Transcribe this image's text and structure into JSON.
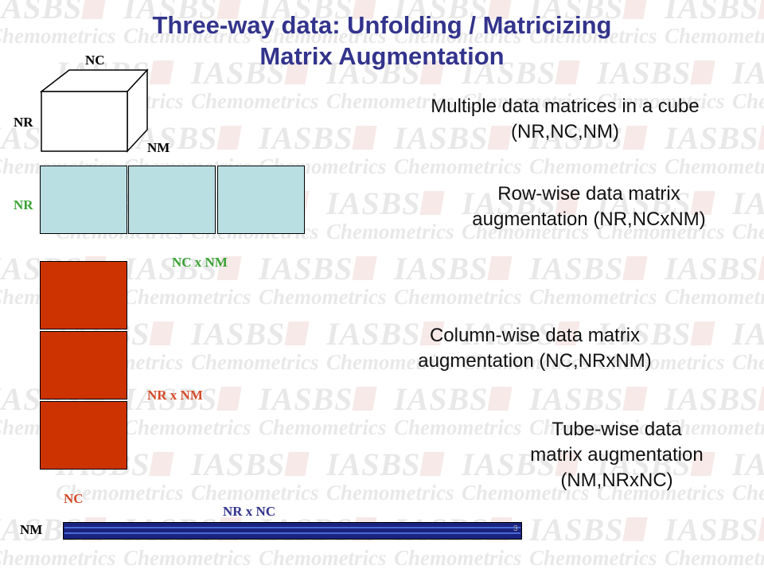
{
  "slide": {
    "title_line1": "Three-way data: Unfolding / Matricizing",
    "title_line2": "Matrix Augmentation",
    "colors": {
      "title": "#33348c",
      "green": "#3aa235",
      "red": "#d24a2a",
      "teal": "#b9dfe3",
      "block_red": "#cc3300",
      "tube": "#1a237e"
    }
  },
  "watermark": {
    "line1": "IASBS",
    "line2": "Chemometrics"
  },
  "cube": {
    "nc_label": "NC",
    "nr_label": "NR",
    "nm_label": "NM"
  },
  "row_wise": {
    "nr_label": "NR",
    "nc_x_nm_label": "NC x NM",
    "desc_line1": "Row-wise data matrix",
    "desc_line2": "augmentation (NR,NCxNM)"
  },
  "column_wise": {
    "nr_x_nm_label": "NR x NM",
    "nc_label": "NC",
    "desc_line1": "Column-wise data matrix",
    "desc_line2": "augmentation (NC,NRxNM)"
  },
  "tube_wise": {
    "nm_label": "NM",
    "nr_x_nc_label": "NR x NC",
    "desc_line1": "Tube-wise data",
    "desc_line2": "matrix augmentation",
    "desc_line3": "(NM,NRxNC)"
  },
  "cube_desc": {
    "line1": "Multiple data matrices in a cube",
    "line2": "(NR,NC,NM)"
  },
  "page_number": "3"
}
